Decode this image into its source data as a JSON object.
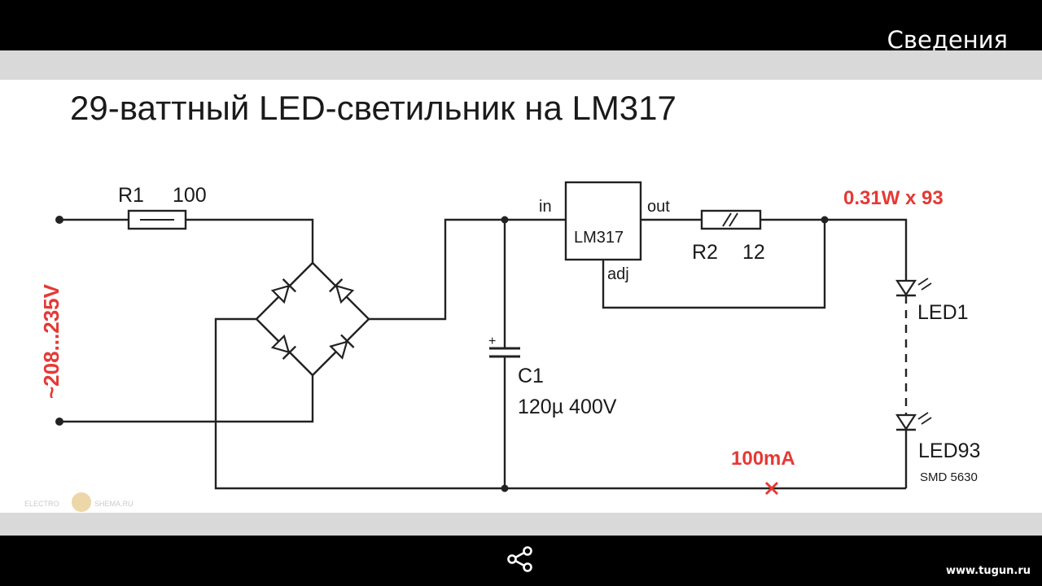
{
  "header": {
    "info_button_label": "Сведения"
  },
  "diagram": {
    "title": "29-ваттный LED-светильник на LM317",
    "input_voltage": "~208...235V",
    "r1": {
      "name": "R1",
      "value": "100"
    },
    "c1": {
      "name": "C1",
      "value": "120µ 400V"
    },
    "regulator": {
      "name": "LM317",
      "pin_in": "in",
      "pin_out": "out",
      "pin_adj": "adj"
    },
    "r2": {
      "name": "R2",
      "value": "12"
    },
    "led_power": "0.31W x 93",
    "led_first": "LED1",
    "led_last": "LED93",
    "led_package": "SMD 5630",
    "current": "100mA",
    "source_logo_left": "ELECTRO",
    "source_logo_right": "SHEMA.RU"
  },
  "footer": {
    "share_icon": "share-icon",
    "site": "www.tugun.ru"
  },
  "colors": {
    "accent_red": "#e53935",
    "bars": "#000000",
    "viewer_bg": "#d9d9d9"
  }
}
